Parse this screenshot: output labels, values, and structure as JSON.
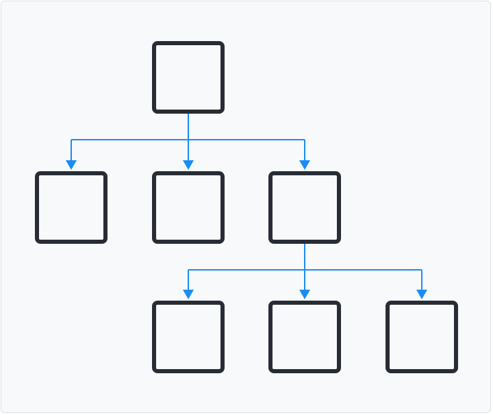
{
  "diagram": {
    "type": "tree",
    "colors": {
      "background": "#f7f9fb",
      "border": "#dde2e7",
      "node_stroke": "#272c35",
      "node_fill": "#f7f9fb",
      "connector": "#1a8cf2"
    },
    "nodes": [
      {
        "id": "root",
        "label": ""
      },
      {
        "id": "child-1",
        "label": ""
      },
      {
        "id": "child-2",
        "label": ""
      },
      {
        "id": "child-3",
        "label": ""
      },
      {
        "id": "grandchild-1",
        "label": ""
      },
      {
        "id": "grandchild-2",
        "label": ""
      },
      {
        "id": "grandchild-3",
        "label": ""
      }
    ],
    "edges": [
      {
        "from": "root",
        "to": "child-1"
      },
      {
        "from": "root",
        "to": "child-2"
      },
      {
        "from": "root",
        "to": "child-3"
      },
      {
        "from": "child-3",
        "to": "grandchild-1"
      },
      {
        "from": "child-3",
        "to": "grandchild-2"
      },
      {
        "from": "child-3",
        "to": "grandchild-3"
      }
    ]
  }
}
